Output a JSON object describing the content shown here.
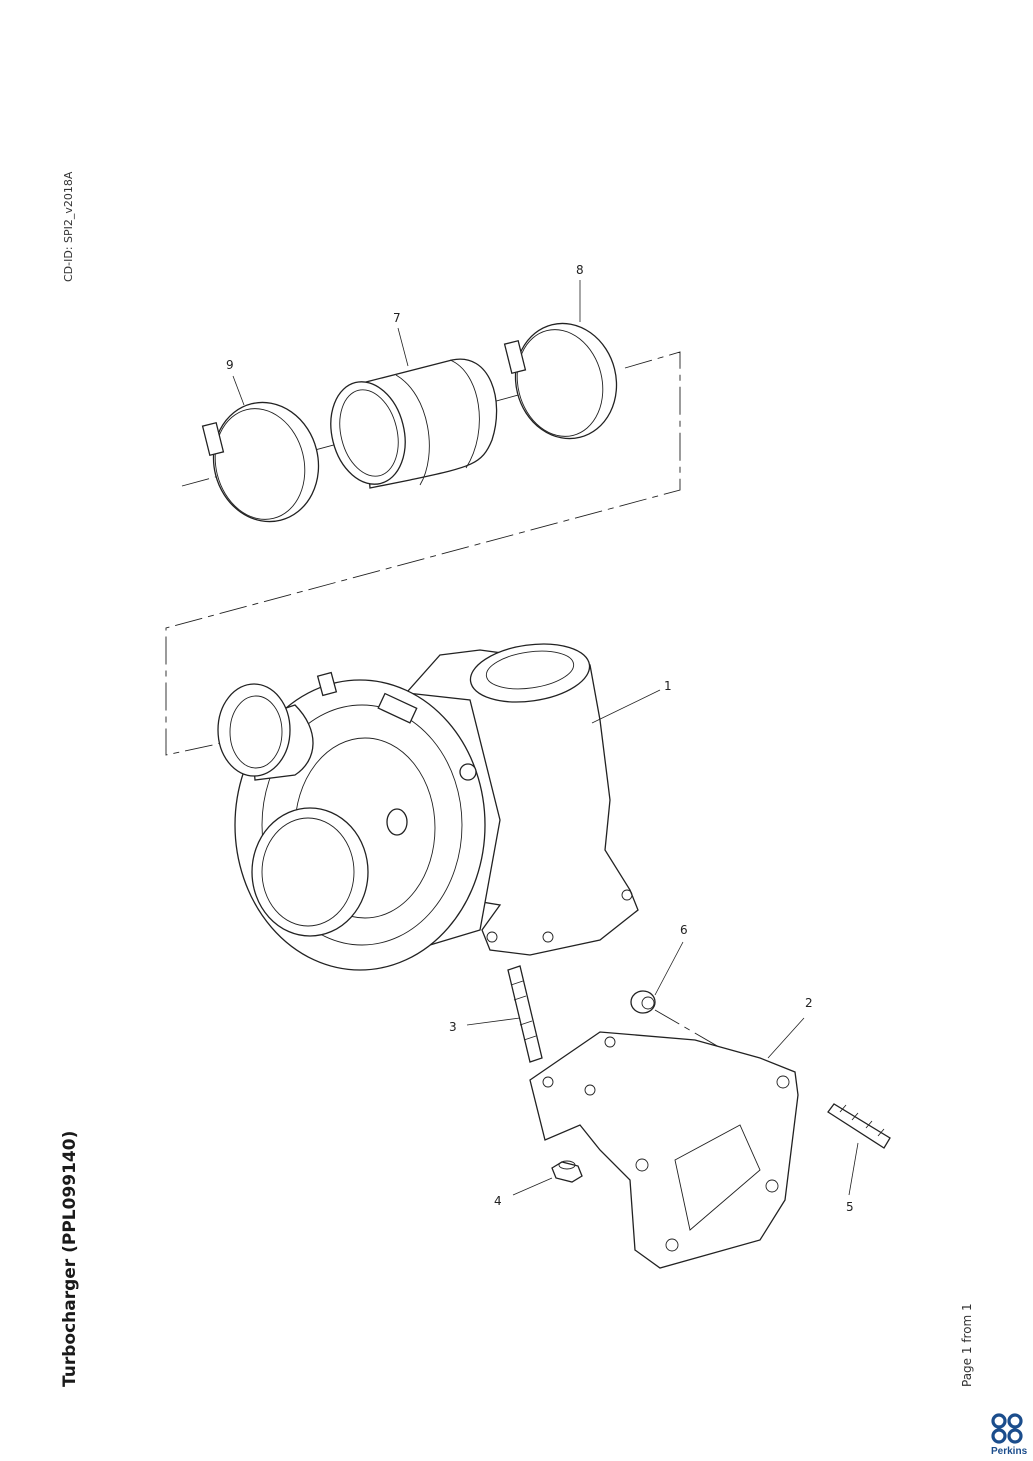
{
  "document": {
    "title": "Turbocharger (PPL099140)",
    "cd_id": "CD-ID: SPI2_v2018A",
    "page_info": "Page 1 from 1",
    "brand": "Perkins",
    "brand_color": "#1b4d8c"
  },
  "diagram": {
    "callouts": [
      {
        "id": "1",
        "label": "1"
      },
      {
        "id": "2",
        "label": "2"
      },
      {
        "id": "3",
        "label": "3"
      },
      {
        "id": "4",
        "label": "4"
      },
      {
        "id": "5",
        "label": "5"
      },
      {
        "id": "6",
        "label": "6"
      },
      {
        "id": "7",
        "label": "7"
      },
      {
        "id": "8",
        "label": "8"
      },
      {
        "id": "9",
        "label": "9"
      }
    ]
  }
}
